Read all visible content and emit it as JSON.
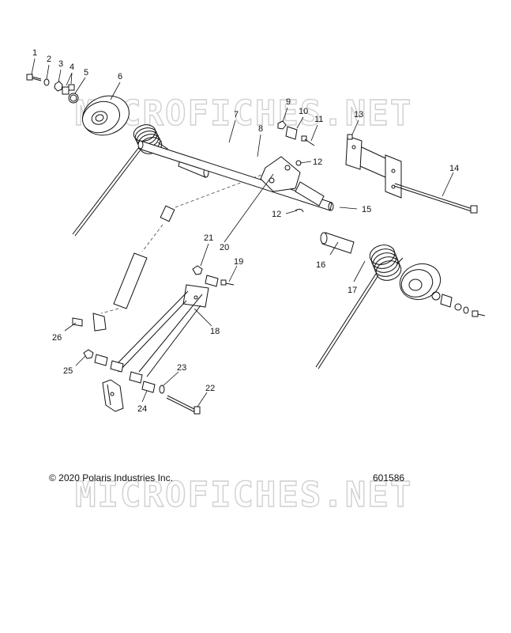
{
  "watermark": "MICROFICHES.NET",
  "copyright": "© 2020 Polaris Industries Inc.",
  "figure_number": "601586",
  "callouts": [
    "1",
    "2",
    "3",
    "4",
    "5",
    "6",
    "7",
    "8",
    "9",
    "10",
    "11",
    "12",
    "12",
    "13",
    "14",
    "15",
    "16",
    "17",
    "18",
    "19",
    "20",
    "21",
    "22",
    "23",
    "24",
    "25",
    "26"
  ]
}
